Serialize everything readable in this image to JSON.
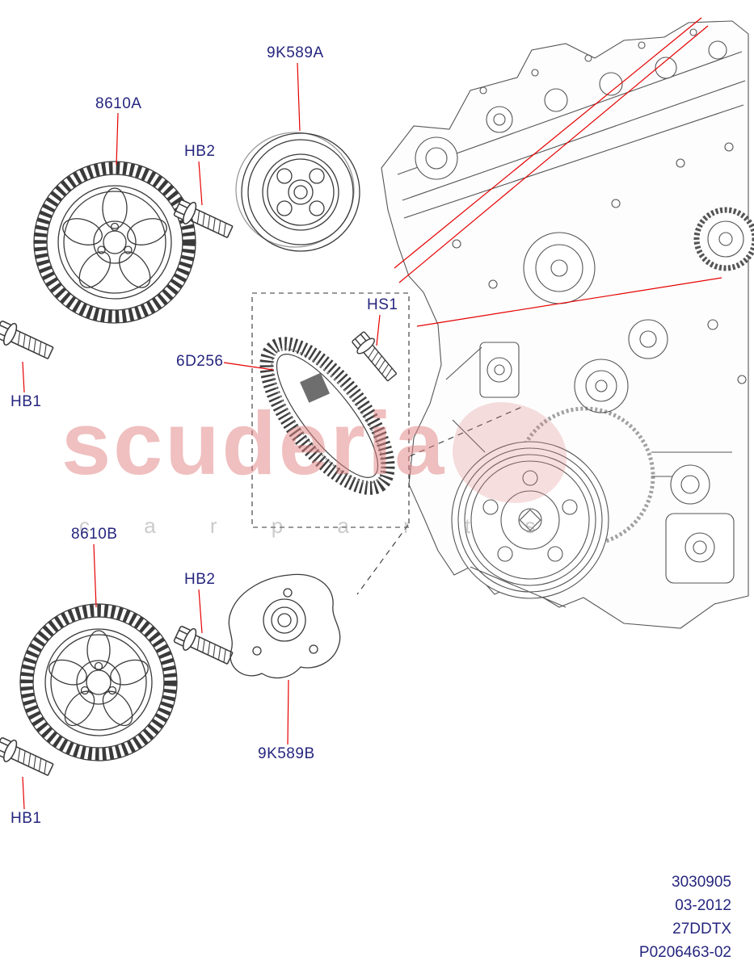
{
  "watermark": {
    "line1": "scuderia",
    "line2": "c a r  p a r t s"
  },
  "callouts": [
    {
      "text": "9K589A"
    },
    {
      "text": "8610A"
    },
    {
      "text": "HB2"
    },
    {
      "text": "HS1"
    },
    {
      "text": "6D256"
    },
    {
      "text": "HB1"
    },
    {
      "text": "8610B"
    },
    {
      "text": "HB2"
    },
    {
      "text": "9K589B"
    },
    {
      "text": "HB1"
    }
  ],
  "footer": {
    "line1": "3030905",
    "line2": "03-2012",
    "line3": "27DDTX",
    "line4": "P0206463-02"
  },
  "colors": {
    "callout_text": "#26267f",
    "leader_line": "#e60000",
    "line_art": "#3a3a3a",
    "engine_art": "#555555",
    "watermark_pink": "#e28080",
    "watermark_gray": "#8c8c8c"
  }
}
